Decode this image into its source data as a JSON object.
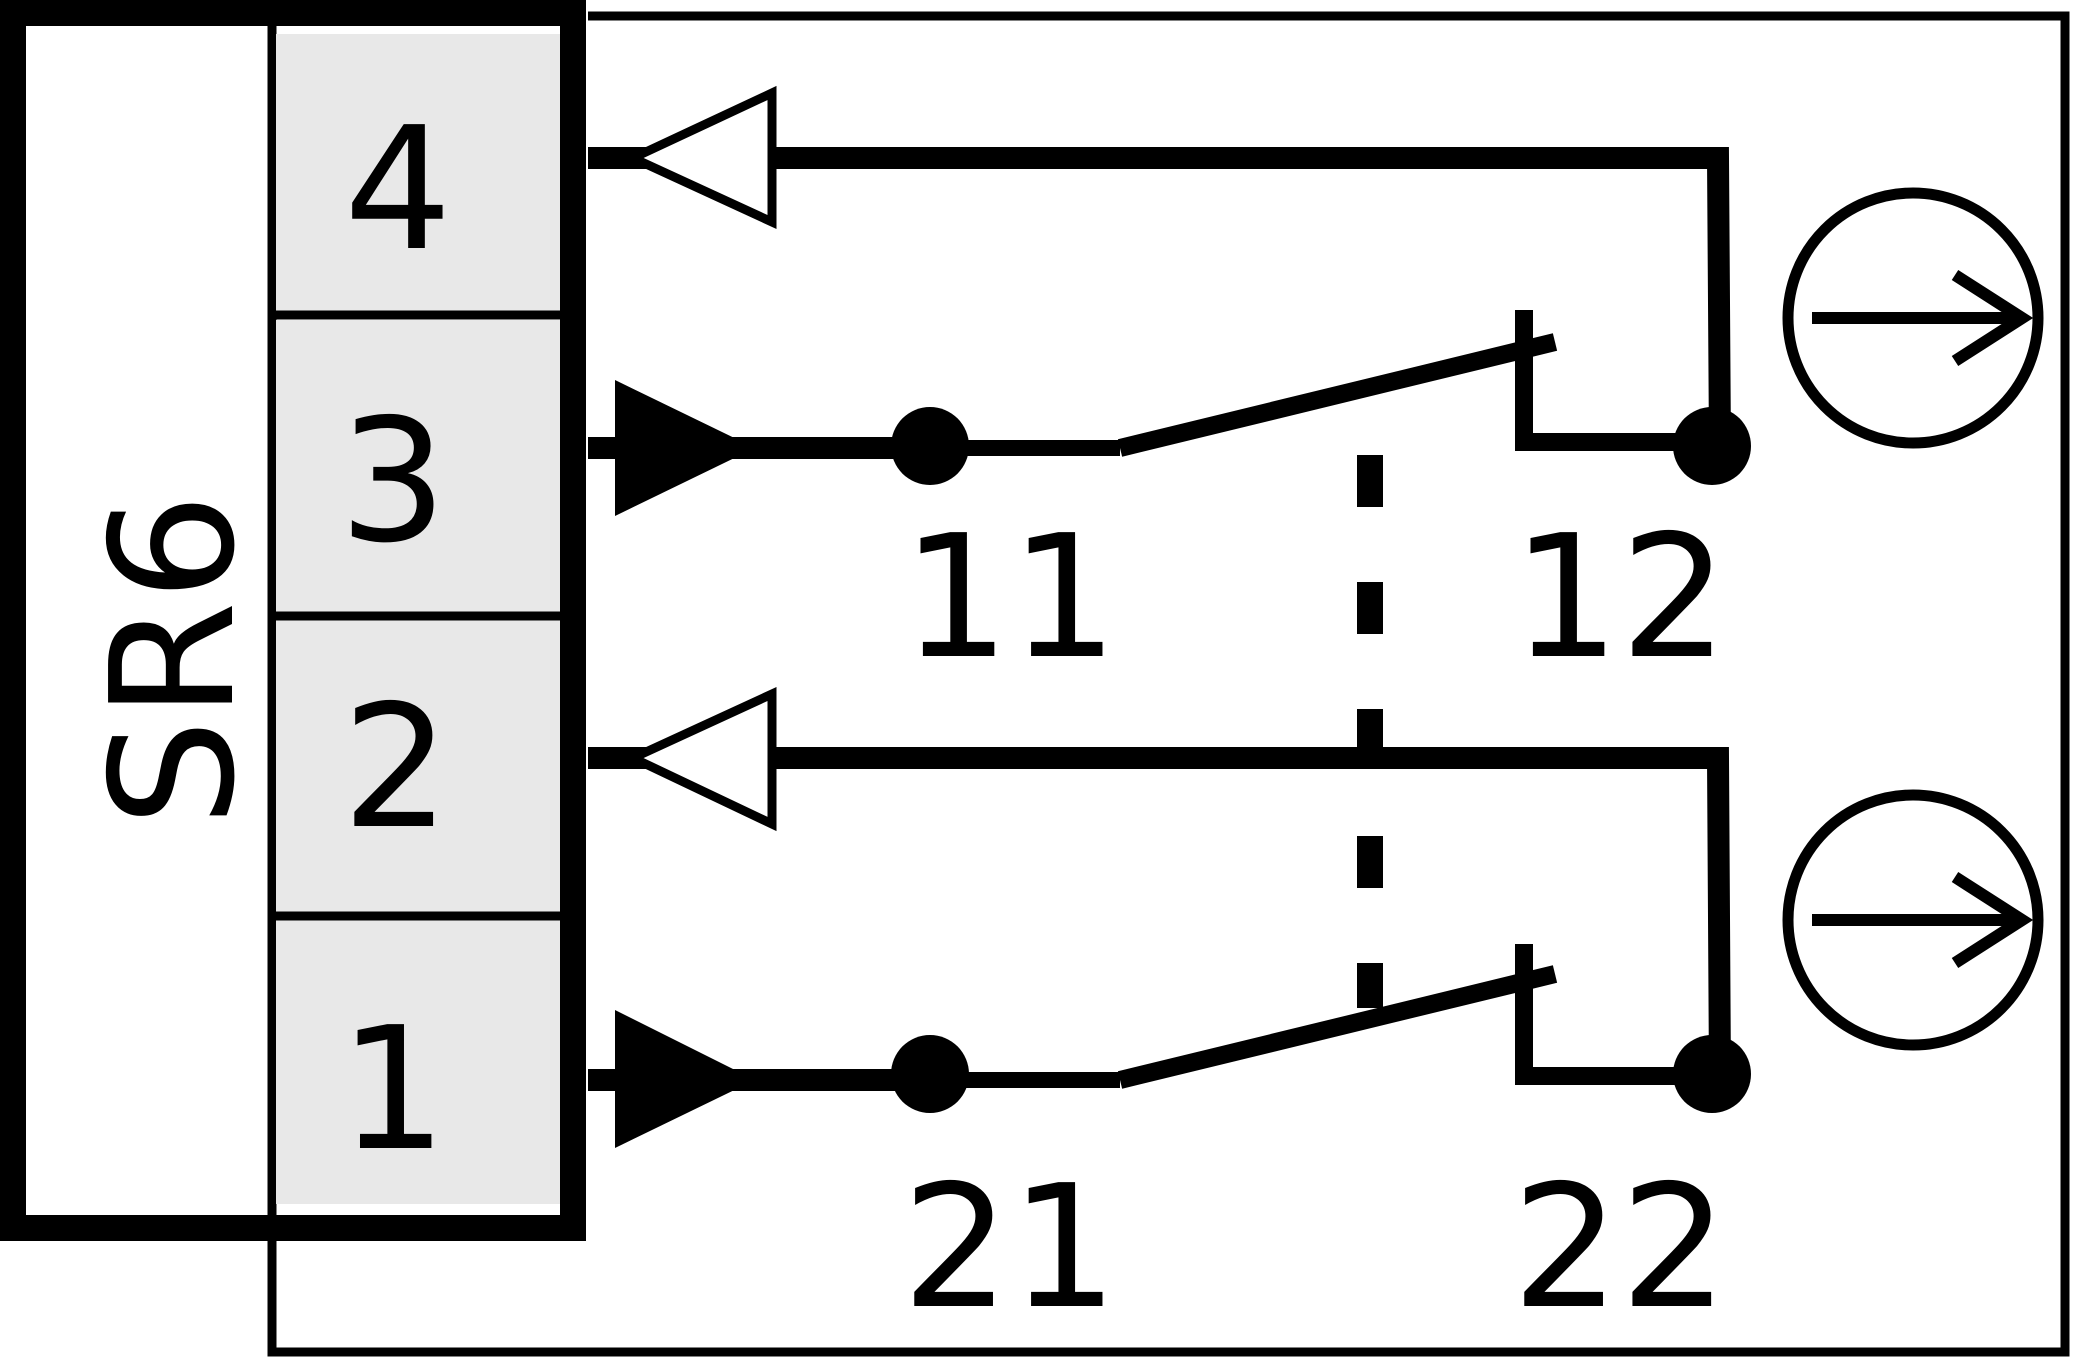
{
  "connector": {
    "label": "SR6",
    "pins": [
      {
        "number": "4"
      },
      {
        "number": "3"
      },
      {
        "number": "2"
      },
      {
        "number": "1"
      }
    ]
  },
  "contacts": [
    {
      "left_terminal": "11",
      "right_terminal": "12"
    },
    {
      "left_terminal": "21",
      "right_terminal": "22"
    }
  ],
  "colors": {
    "line": "#000000",
    "pin_fill": "#e8e8e8",
    "background": "#ffffff"
  },
  "icons": [
    "arrow-out-circle-icon",
    "filled-arrow-icon",
    "hollow-arrow-icon",
    "terminal-dot-icon"
  ]
}
